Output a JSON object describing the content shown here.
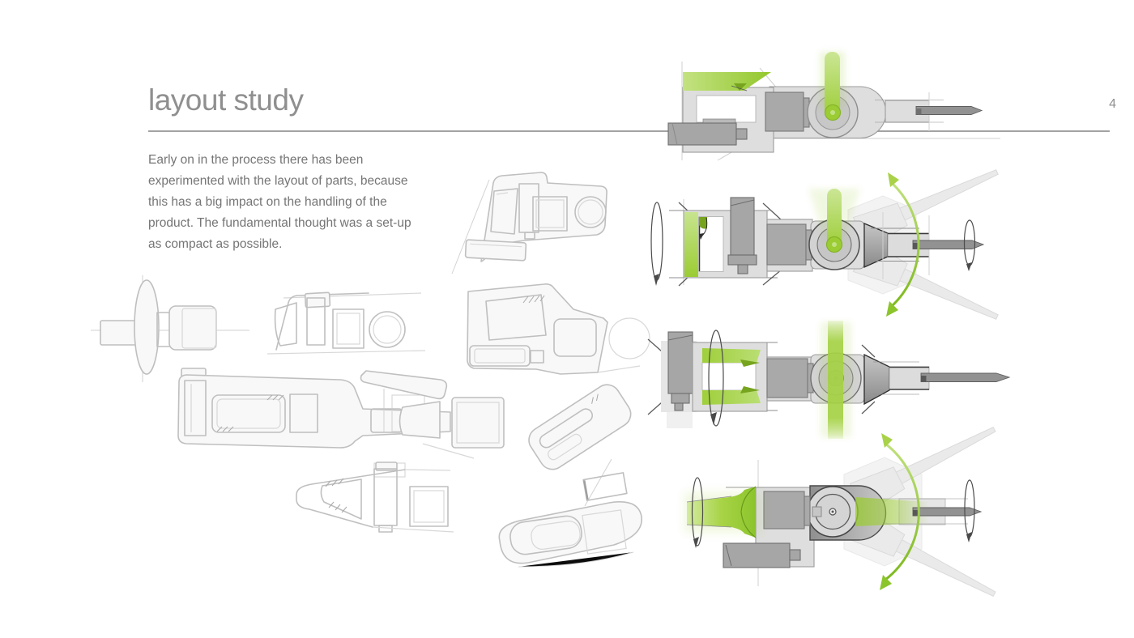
{
  "page": {
    "title": "layout study",
    "page_number": "4",
    "paragraph": "Early on in the process there has been experimented with the layout of parts, because this has a big impact on the handling of the product. The fundamental thought was a set-up as compact as possible."
  },
  "colors": {
    "accent_green": "#9bcc33",
    "accent_green_dark": "#76a41f",
    "title_gray": "#8f8f8f",
    "text_gray": "#757575",
    "rule_gray": "#a3a3a3",
    "sketch_gray": "#bcbcbc",
    "background": "#ffffff"
  }
}
